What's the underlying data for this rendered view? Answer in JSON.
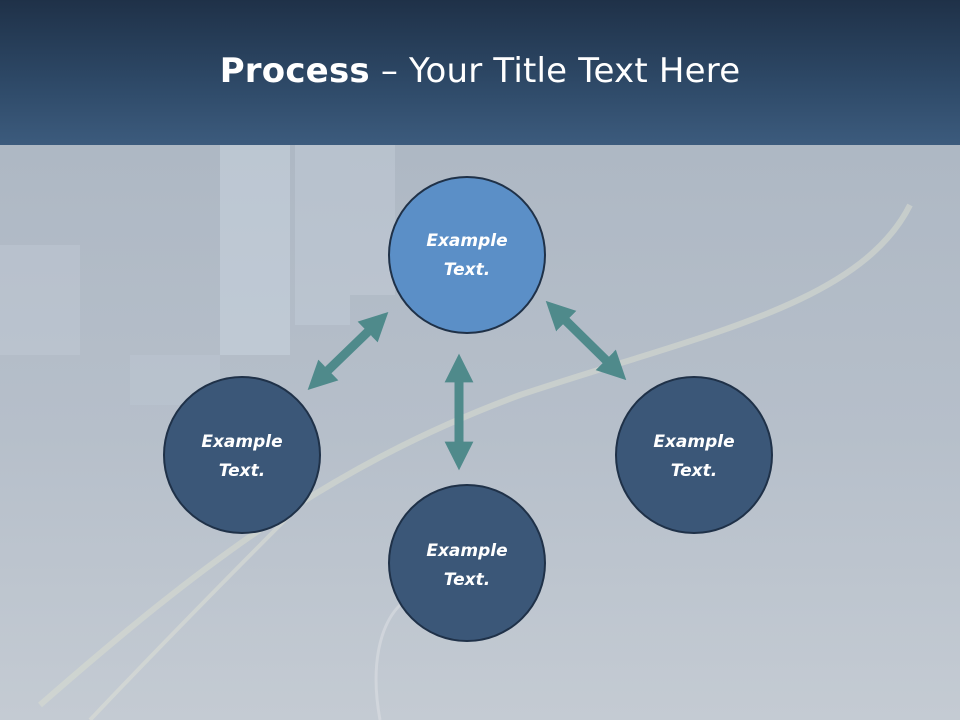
{
  "slide": {
    "title_bold": "Process",
    "title_rest": " – Your Title Text Here"
  },
  "nodes": [
    {
      "id": "top",
      "line1": "Example",
      "line2": "Text."
    },
    {
      "id": "left",
      "line1": "Example",
      "line2": "Text."
    },
    {
      "id": "right",
      "line1": "Example",
      "line2": "Text."
    },
    {
      "id": "bottom",
      "line1": "Example",
      "line2": "Text."
    }
  ],
  "colors": {
    "accent_node": "#5b8fc7",
    "node": "#3b5778",
    "node_border": "#1f3148",
    "arrow": "#4f8a8b",
    "header": "#2d4866"
  }
}
